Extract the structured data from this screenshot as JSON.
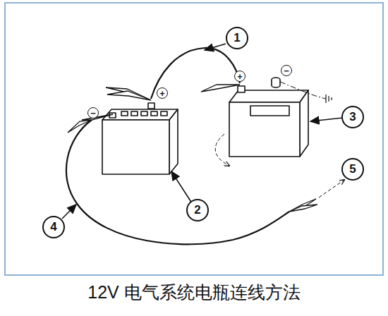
{
  "diagram": {
    "caption": "12V 电气系统电瓶连线方法",
    "nodes": [
      {
        "text": [
          "1"
        ]
      },
      {
        "text": [
          "2"
        ]
      },
      {
        "text": [
          "3"
        ]
      },
      {
        "text": [
          "4"
        ]
      },
      {
        "text": [
          "5"
        ]
      }
    ],
    "labels": [
      "−",
      "+",
      "+",
      "−"
    ]
  }
}
